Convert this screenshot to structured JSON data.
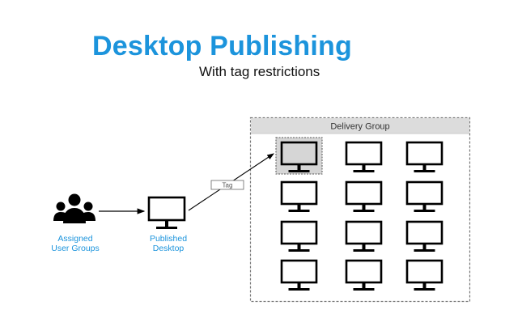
{
  "header": {
    "title": "Desktop Publishing",
    "subtitle": "With tag restrictions"
  },
  "nodes": {
    "user_groups": {
      "label_line1": "Assigned",
      "label_line2": "User Groups",
      "icon": "users-icon"
    },
    "published_desktop": {
      "label_line1": "Published",
      "label_line2": "Desktop",
      "icon": "monitor-icon"
    }
  },
  "connector": {
    "tag_label": "Tag"
  },
  "delivery_group": {
    "title": "Delivery Group",
    "rows": 4,
    "columns": 3,
    "selected_index": 0,
    "machine_icon": "monitor-icon"
  },
  "colors": {
    "accent": "#1c94dc",
    "header_fill": "#dcdcdc",
    "selected_fill": "#d6d6d6",
    "stroke": "#000000"
  }
}
